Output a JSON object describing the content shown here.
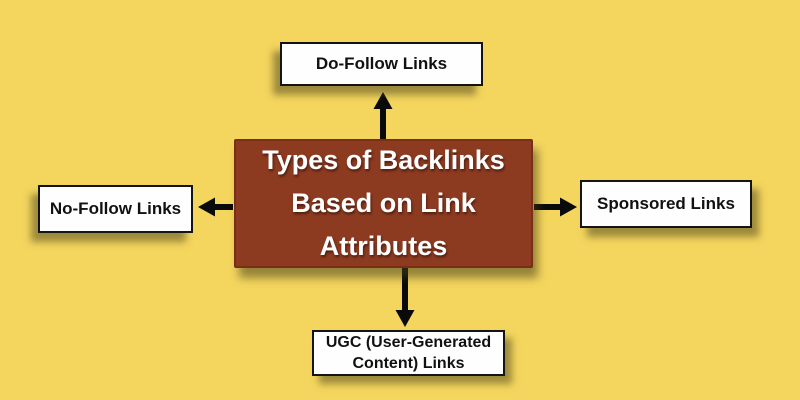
{
  "diagram": {
    "center": {
      "lines": [
        "Types of Backlinks",
        "Based on Link",
        "Attributes"
      ]
    },
    "nodes": {
      "top": {
        "label": "Do-Follow Links"
      },
      "left": {
        "label": "No-Follow Links"
      },
      "right": {
        "label": "Sponsored Links"
      },
      "bottom": {
        "label": "UGC (User-Generated Content) Links"
      }
    },
    "connectors": [
      "arrow-up",
      "arrow-left",
      "arrow-right",
      "arrow-down"
    ],
    "colors": {
      "background": "#F4D65E",
      "center_fill": "#8C3A20",
      "center_border": "#7A2E15",
      "center_text": "#FFFFFF",
      "node_fill": "#FEFEFE",
      "node_border": "#141414",
      "node_text": "#111111",
      "arrow": "#0A0A0A"
    }
  }
}
